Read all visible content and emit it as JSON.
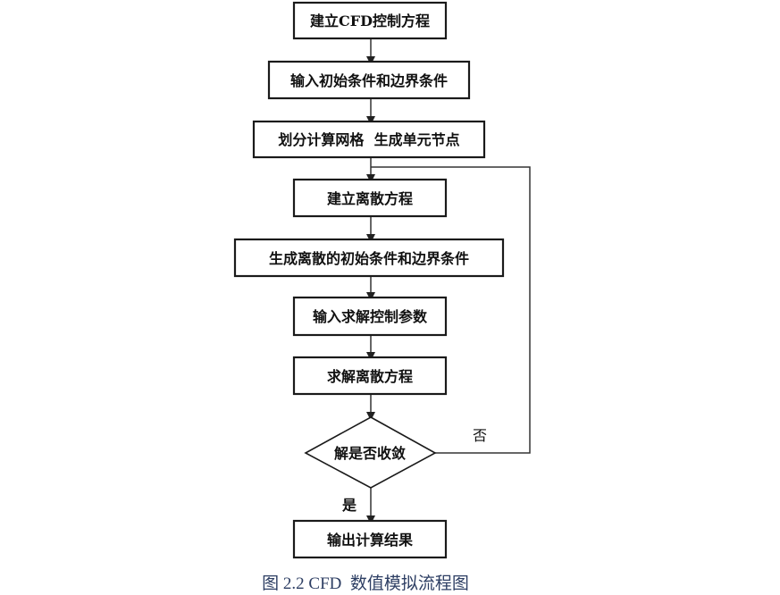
{
  "flowchart": {
    "steps": [
      "建立CFD控制方程",
      "输入初始条件和边界条件",
      "划分计算网格  生成单元节点",
      "建立离散方程",
      "生成离散的初始条件和边界条件",
      "输入求解控制参数",
      "求解离散方程"
    ],
    "decision": "解是否收敛",
    "no_label": "否",
    "yes_label": "是",
    "output": "输出计算结果"
  },
  "caption": "图 2.2 CFD  数值模拟流程图"
}
